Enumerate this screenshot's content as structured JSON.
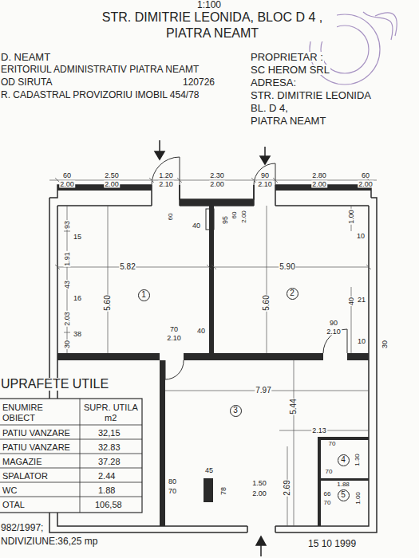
{
  "diagram": {
    "title": "STR. DIMITRIE LEONIDA, BLOC D 4 , PIATRA NEAMT",
    "nodes": [
      {
        "text": [
          "1"
        ]
      },
      {
        "text": [
          "2"
        ]
      },
      {
        "text": [
          "3"
        ]
      },
      {
        "text": [
          "4"
        ]
      },
      {
        "text": [
          "5"
        ]
      }
    ],
    "labels": [
      "1:100",
      "D. NEAMT",
      "ERITORIUL ADMINISTRATIV PIATRA NEAMT",
      "OD SIRUTA",
      "120726",
      "R. CADASTRAL PROVIZORIU IMOBIL 454/78",
      "PROPRIETAR :",
      "SC HEROM SRL",
      "ADRESA:",
      "STR. DIMITRIE LEONIDA",
      "BL. D 4,",
      "PIATRA  NEAMT",
      "60",
      "2.00",
      "2.50",
      "2.00",
      "1.20",
      "2.10",
      "2.30",
      "2.00",
      "90",
      "2.10",
      "2.80",
      "2.00",
      "60",
      "2.00",
      "60",
      "60",
      "2.00",
      "93",
      "15",
      "1.91",
      "43",
      "16",
      "2.03",
      "38",
      "30",
      "5.82",
      "5.60",
      "40",
      "95",
      "5.90",
      "5.60",
      "1.00",
      "10",
      "40",
      "21",
      "70",
      "2.10",
      "40",
      "90",
      "2.10",
      "10",
      "30",
      "7.97",
      "5.44",
      "2.13",
      "2.69",
      "70",
      "1.30",
      "70",
      "1.88",
      "66",
      "70",
      "1.00",
      "45",
      "78",
      "80",
      "70",
      "1.50",
      "2.00",
      "UPRAFETE UTILE",
      "ENUMIRE",
      "OBIECT",
      "SUPR. UTILA",
      "m2",
      "PATIU VANZARE",
      "32,15",
      "PATIU VANZARE",
      "32.83",
      "MAGAZIE",
      "37.28",
      "SPALATOR",
      "2.44",
      "WC",
      "1.88",
      "OTAL",
      "106,58",
      "982/1997;",
      "NDIVIZIUNE:36,25 mp",
      "15 10 1999"
    ]
  }
}
